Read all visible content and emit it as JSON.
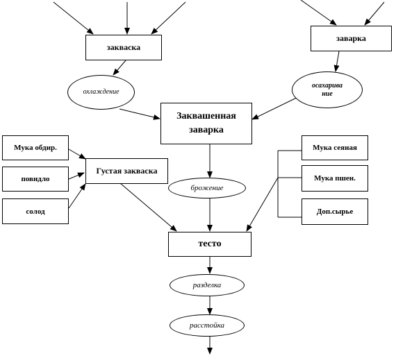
{
  "nodes": {
    "zakvaska": "закваска",
    "zavarka": "заварка",
    "ohlazhdenie": "охлаждение",
    "osaharivanie": "осахарива ние",
    "zakvashennaya": "Заквашенная заварка",
    "muka_obdir": "Мука обдир.",
    "povidlo": "повидло",
    "solod": "солод",
    "gustaya": "Густая закваска",
    "brozhenie": "брожение",
    "muka_seyanaya": "Мука сеяная",
    "muka_pshen": "Мука пшен.",
    "dop_syrye": "Доп.сырье",
    "testo": "тесто",
    "razdelka": "разделка",
    "rasstoyka": "расстойка"
  }
}
